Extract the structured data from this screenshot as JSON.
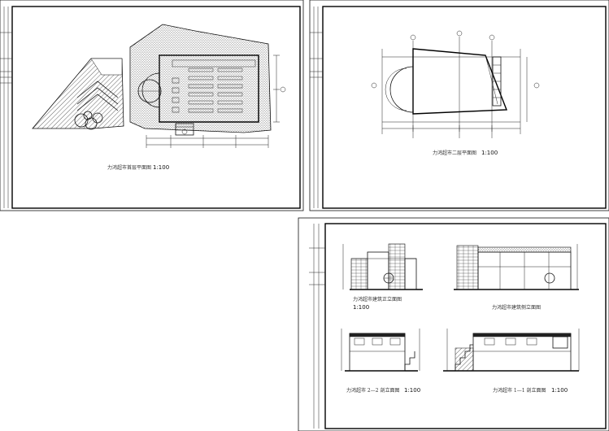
{
  "sheets": [
    {
      "id": "sheet-ground-floor-plan",
      "drawings": [
        {
          "id": "ground-floor-plan",
          "title": "力鸿超市首层平面图",
          "scale": "1:100"
        }
      ]
    },
    {
      "id": "sheet-second-floor-plan",
      "drawings": [
        {
          "id": "second-floor-plan",
          "title": "力鸿超市二层平面图",
          "scale": "1:100"
        }
      ]
    },
    {
      "id": "sheet-elevations-sections",
      "drawings": [
        {
          "id": "front-elevation",
          "title": "力鸿超市建筑正立面图",
          "scale": "1:100"
        },
        {
          "id": "side-elevation",
          "title": "力鸿超市建筑侧立面图",
          "scale": ""
        },
        {
          "id": "section-2-2",
          "title": "力鸿超市 2—2 剖立面图",
          "scale": "1:100"
        },
        {
          "id": "section-1-1",
          "title": "力鸿超市 1—1 剖立面图",
          "scale": "1:100"
        }
      ]
    }
  ]
}
